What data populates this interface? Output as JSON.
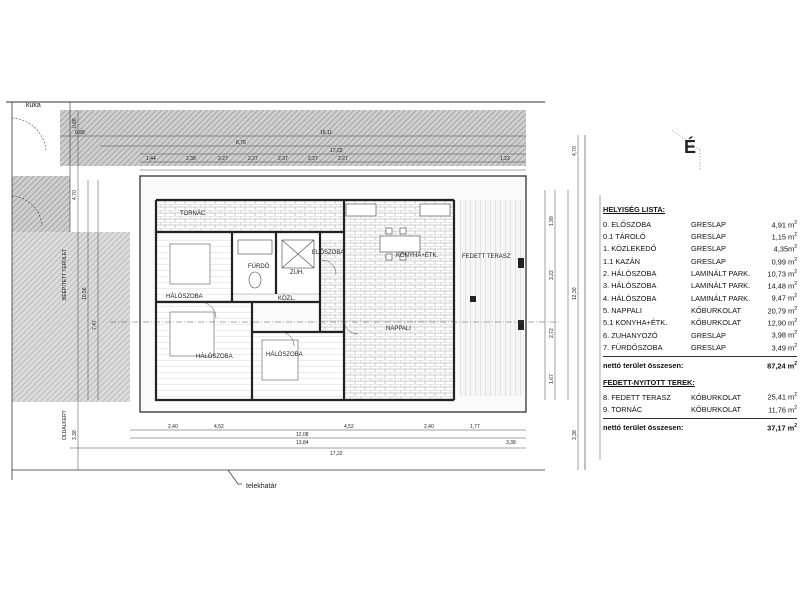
{
  "plan": {
    "north_label": "É",
    "bin_label": "kuka",
    "boundary_label": "telekhatár",
    "left_vertical_labels": [
      "BEÉPÍTETT TERÜLET",
      "OLDALKERT"
    ],
    "top_dims": [
      "0,88",
      "16,11",
      "8,75",
      "17,22",
      "1,44",
      "2,38",
      "2,27",
      "2,27",
      "2,37",
      "2,27",
      "2,27",
      "1,23"
    ],
    "bottom_dims": [
      "2,40",
      "4,52",
      "12,08",
      "4,52",
      "2,40",
      "13,84",
      "17,22",
      "3,38",
      "1,77"
    ],
    "right_dims": [
      "4,70",
      "12,30",
      "3,38",
      "2,72",
      "1,67",
      "3,22",
      "1,99"
    ],
    "left_dims": [
      "0,88",
      "10,56",
      "4,70",
      "3,38",
      "7,47"
    ],
    "room_labels": [
      "HÁLÓSZOBA",
      "HÁLÓSZOBA",
      "HÁLÓSZOBA",
      "FÜRDŐ",
      "ZUH.",
      "KÖZL.",
      "ELŐSZOBA",
      "KONYHA+ÉTK.",
      "NAPPALI",
      "FEDETT TERASZ",
      "TORNÁC"
    ]
  },
  "legend": {
    "title": "HELYISÉG LISTA:",
    "rooms": [
      {
        "name": "0. ELŐSZOBA",
        "material": "GRESLAP",
        "area": "4,91 m"
      },
      {
        "name": "0.1 TÁROLÓ",
        "material": "GRESLAP",
        "area": "1,15 m"
      },
      {
        "name": "1. KÖZLEKEDŐ",
        "material": "GRESLAP",
        "area": "4,35m"
      },
      {
        "name": "1.1 KAZÁN",
        "material": "GRESLAP",
        "area": "0,99 m"
      },
      {
        "name": "2. HÁLÓSZOBA",
        "material": "LAMINÁLT PARK.",
        "area": "10,73 m"
      },
      {
        "name": "3. HÁLÓSZOBA",
        "material": "LAMINÁLT PARK.",
        "area": "14,48 m"
      },
      {
        "name": "4. HÁLÓSZOBA",
        "material": "LAMINÁLT PARK.",
        "area": "9,47 m"
      },
      {
        "name": "5. NAPPALI",
        "material": "KŐBURKOLAT",
        "area": "20,79 m"
      },
      {
        "name": "5.1 KONYHA+ÉTK.",
        "material": "KŐBURKOLAT",
        "area": "12,90 m"
      },
      {
        "name": "6. ZUHANYOZÓ",
        "material": "GRESLAP",
        "area": "3,98 m"
      },
      {
        "name": "7. FÜRDŐSZOBA",
        "material": "GRESLAP",
        "area": "3,49 m"
      }
    ],
    "total1_label": "nettó terület összesen:",
    "total1_value": "87,24 m",
    "covered_title": "FEDETT-NYITOTT TEREK:",
    "covered": [
      {
        "name": "8. FEDETT TERASZ",
        "material": "KŐBURKOLAT",
        "area": "25,41 m"
      },
      {
        "name": "9. TORNÁC",
        "material": "KŐBURKOLAT",
        "area": "11,76 m"
      }
    ],
    "total2_label": "nettó terület összesen:",
    "total2_value": "37,17 m",
    "unit_sup": "2"
  }
}
